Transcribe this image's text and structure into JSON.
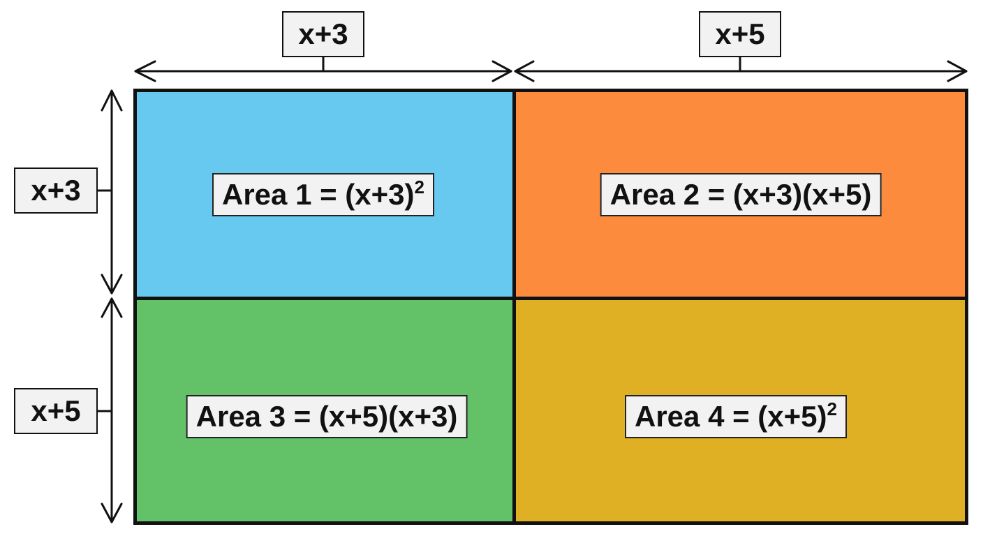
{
  "dimensions": {
    "top": [
      "x+3",
      "x+5"
    ],
    "left": [
      "x+3",
      "x+5"
    ]
  },
  "areas": [
    {
      "label": "Area 1 = (x+3)",
      "exponent": "2",
      "color": "#67c8f0"
    },
    {
      "label": "Area 2 = (x+3)(x+5)",
      "exponent": "",
      "color": "#fc8b3d"
    },
    {
      "label": "Area 3 = (x+5)(x+3)",
      "exponent": "",
      "color": "#63c267"
    },
    {
      "label": "Area 4 = (x+5)",
      "exponent": "2",
      "color": "#e0b024"
    }
  ],
  "icons": {
    "dimension_arrow": "double-headed-arrow-icon"
  }
}
